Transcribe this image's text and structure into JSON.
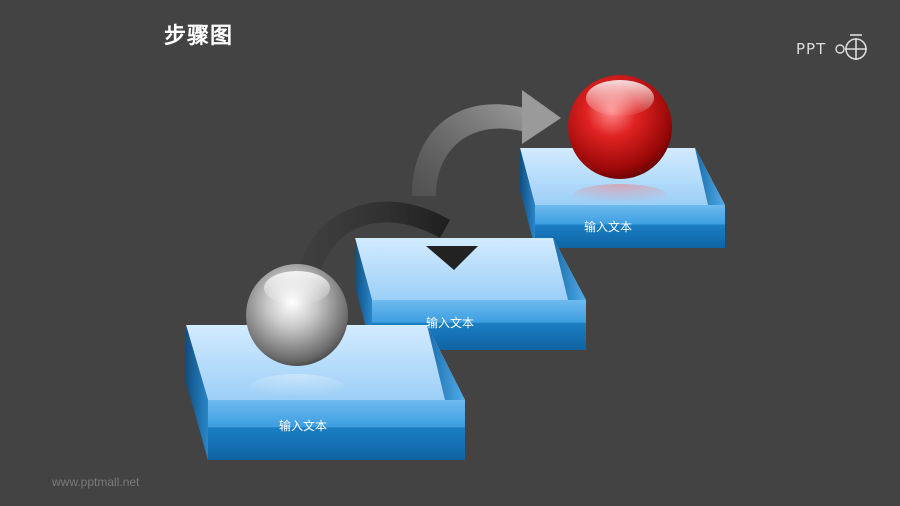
{
  "title": "步骤图",
  "logo": {
    "text": "PPT",
    "icon": "ppt-logo-icon"
  },
  "watermark": "www.pptmall.net",
  "steps": [
    {
      "label": "输入文本",
      "ball": "gray"
    },
    {
      "label": "输入文本",
      "ball": null
    },
    {
      "label": "输入文本",
      "ball": "red"
    }
  ],
  "colors": {
    "background": "#434343",
    "step_top": "#b8dcfa",
    "step_front": "#1f86c8",
    "arrow_dark": "#2e2e2e",
    "arrow_light": "#8a8a8a",
    "ball_red": "#d01a1a",
    "ball_gray": "#9a9a9a"
  }
}
